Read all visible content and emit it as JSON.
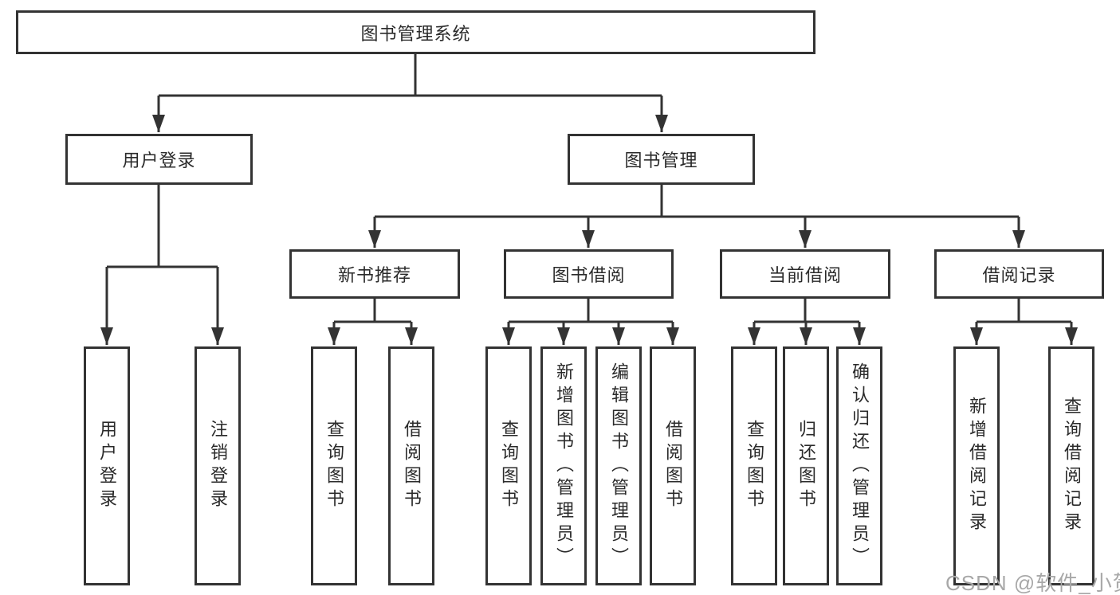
{
  "diagram": {
    "title_node": {
      "label": "图书管理系统"
    },
    "root": {
      "label": "图书管理系统"
    },
    "level2": [
      {
        "label": "用户登录"
      },
      {
        "label": "图书管理"
      }
    ],
    "level3": [
      {
        "label": "新书推荐"
      },
      {
        "label": "图书借阅"
      },
      {
        "label": "当前借阅"
      },
      {
        "label": "借阅记录"
      }
    ],
    "leaves": [
      {
        "label": "用户登录",
        "parent": "用户登录"
      },
      {
        "label": "注销登录",
        "parent": "用户登录"
      },
      {
        "label": "查询图书",
        "parent": "新书推荐"
      },
      {
        "label": "借阅图书",
        "parent": "新书推荐"
      },
      {
        "label": "查询图书",
        "parent": "图书借阅"
      },
      {
        "label": "新增图书（管理员）",
        "parent": "图书借阅"
      },
      {
        "label": "编辑图书（管理员）",
        "parent": "图书借阅"
      },
      {
        "label": "借阅图书",
        "parent": "图书借阅"
      },
      {
        "label": "查询图书",
        "parent": "当前借阅"
      },
      {
        "label": "归还图书",
        "parent": "当前借阅"
      },
      {
        "label": "确认归还（管理员）",
        "parent": "当前借阅"
      },
      {
        "label": "新增借阅记录",
        "parent": "借阅记录"
      },
      {
        "label": "查询借阅记录",
        "parent": "借阅记录"
      }
    ],
    "colors": {
      "line": "#333333",
      "box_border": "#333333",
      "box_fill": "#ffffff",
      "text": "#2a2a2a",
      "background": "#ffffff",
      "watermark": "#a8a8a8"
    }
  },
  "watermark": {
    "text": "CSDN @软件_小贺同学"
  }
}
